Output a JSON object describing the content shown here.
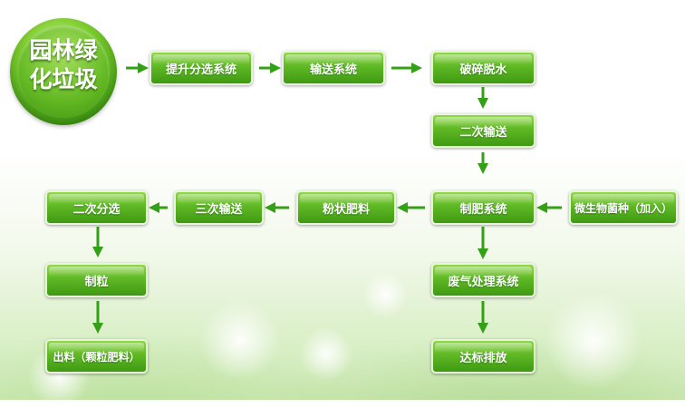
{
  "logo": {
    "line1": "园林绿",
    "line2": "化垃圾"
  },
  "nodes": {
    "lift": "提升分选系统",
    "convey": "输送系统",
    "crush": "破碎脱水",
    "convey2": "二次输送",
    "microbe": "微生物菌种（加入）",
    "fertilizer_system": "制肥系统",
    "powder": "粉状肥料",
    "convey3": "三次输送",
    "sort2": "二次分选",
    "granulate": "制粒",
    "output": "出料（颗粒肥料）",
    "exhaust": "废气处理系统",
    "discharge": "达标排放"
  },
  "colors": {
    "node": "#5fb824",
    "arrow": "#33a017"
  }
}
